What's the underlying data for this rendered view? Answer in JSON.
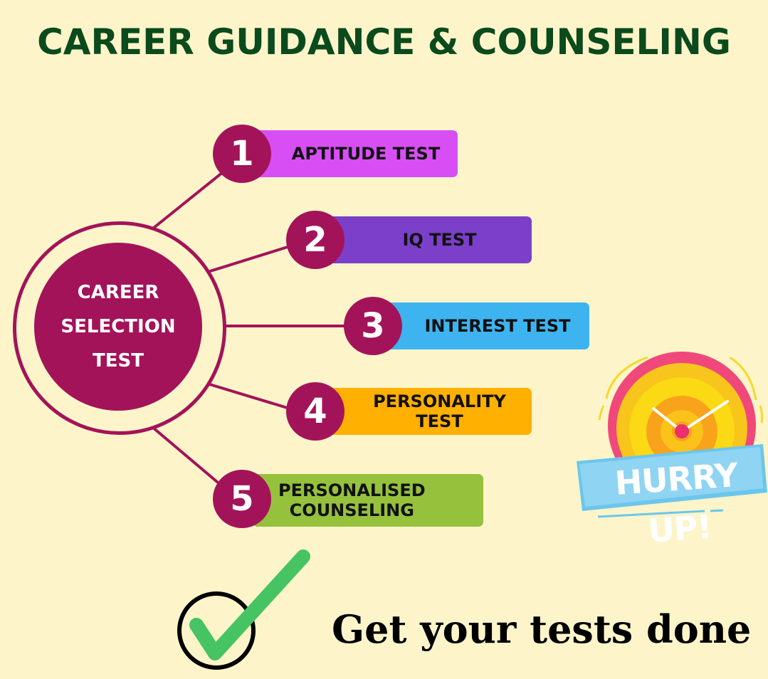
{
  "title": "CAREER GUIDANCE & COUNSELING",
  "hub": {
    "lines": [
      "CAREER",
      "SELECTION",
      "TEST"
    ],
    "color": "#a3135a"
  },
  "steps": [
    {
      "number": "1",
      "lines": [
        "APTITUDE TEST"
      ],
      "color": "#d84ef5"
    },
    {
      "number": "2",
      "lines": [
        "IQ TEST"
      ],
      "color": "#7b3fc9"
    },
    {
      "number": "3",
      "lines": [
        "INTEREST TEST"
      ],
      "color": "#3db4ef"
    },
    {
      "number": "4",
      "lines": [
        "PERSONALITY",
        "TEST"
      ],
      "color": "#ffb000"
    },
    {
      "number": "5",
      "lines": [
        "PERSONALISED",
        "COUNSELING"
      ],
      "color": "#95c13d"
    }
  ],
  "badge": {
    "text": "HURRY UP!",
    "icon": "alarm-clock-icon"
  },
  "footer": {
    "text": "Get your tests done",
    "icon": "checkmark-icon"
  },
  "colors": {
    "background": "#fdf5c9",
    "title": "#0b4a1c",
    "accent": "#a3135a",
    "check": "#46c463"
  }
}
